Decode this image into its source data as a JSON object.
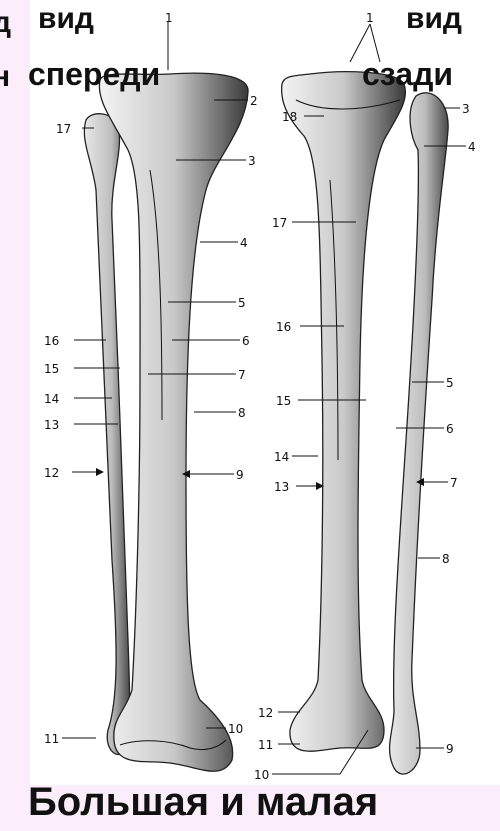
{
  "headings": {
    "left_cut": "д",
    "left_cut2": "н",
    "front_top": "вид",
    "front_bottom": "спереди",
    "back_top": "вид",
    "back_bottom": "сзади"
  },
  "front_labels": [
    "1",
    "2",
    "3",
    "4",
    "5",
    "6",
    "7",
    "8",
    "9",
    "10",
    "11",
    "12",
    "13",
    "14",
    "15",
    "16",
    "17"
  ],
  "back_labels": [
    "1",
    "3",
    "4",
    "5",
    "6",
    "7",
    "8",
    "9",
    "10",
    "11",
    "12",
    "13",
    "14",
    "15",
    "16",
    "17",
    "18"
  ],
  "title": "Большая и малая"
}
